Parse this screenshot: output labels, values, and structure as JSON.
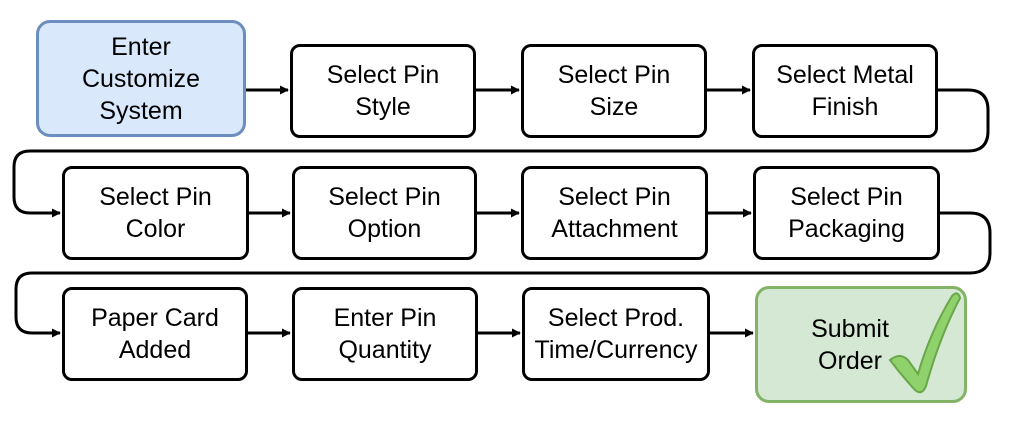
{
  "steps": [
    {
      "label": "Enter\nCustomize\nSystem"
    },
    {
      "label": "Select Pin\nStyle"
    },
    {
      "label": "Select Pin\nSize"
    },
    {
      "label": "Select Metal\nFinish"
    },
    {
      "label": "Select Pin\nColor"
    },
    {
      "label": "Select Pin\nOption"
    },
    {
      "label": "Select Pin\nAttachment"
    },
    {
      "label": "Select Pin\nPackaging"
    },
    {
      "label": "Paper Card\nAdded"
    },
    {
      "label": "Enter Pin\nQuantity"
    },
    {
      "label": "Select Prod.\nTime/Currency"
    },
    {
      "label": "Submit\nOrder"
    }
  ],
  "colors": {
    "start_fill": "#dae8fc",
    "start_stroke": "#6c8ebf",
    "end_fill": "#d5e8d4",
    "end_stroke": "#82b366",
    "check_fill": "#8fd16a",
    "check_stroke": "#6aa64a",
    "line": "#000000"
  },
  "icons": {
    "submit": "checkmark-icon"
  }
}
